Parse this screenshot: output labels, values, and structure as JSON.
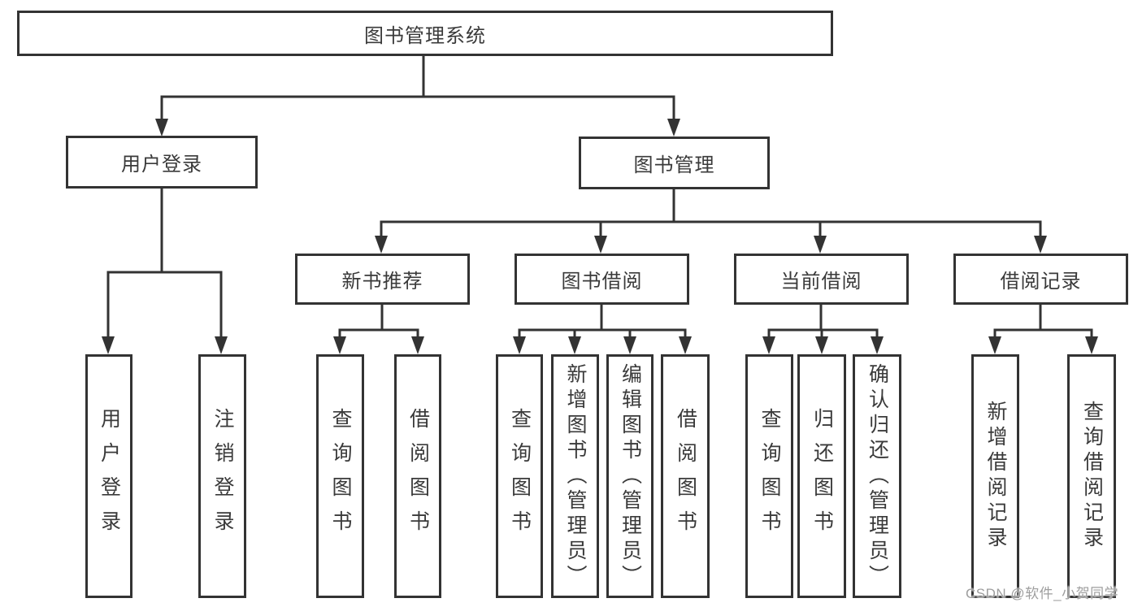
{
  "diagram": {
    "type": "hierarchy",
    "root": {
      "label": "图书管理系统",
      "children": [
        {
          "label": "用户登录",
          "children": [
            {
              "label": "用户登录"
            },
            {
              "label": "注销登录"
            }
          ]
        },
        {
          "label": "图书管理",
          "children": [
            {
              "label": "新书推荐",
              "children": [
                {
                  "label": "查询图书"
                },
                {
                  "label": "借阅图书"
                }
              ]
            },
            {
              "label": "图书借阅",
              "children": [
                {
                  "label": "查询图书"
                },
                {
                  "label": "新增图书（管理员）"
                },
                {
                  "label": "编辑图书（管理员）"
                },
                {
                  "label": "借阅图书"
                }
              ]
            },
            {
              "label": "当前借阅",
              "children": [
                {
                  "label": "查询图书"
                },
                {
                  "label": "归还图书"
                },
                {
                  "label": "确认归还（管理员）"
                }
              ]
            },
            {
              "label": "借阅记录",
              "children": [
                {
                  "label": "新增借阅记录"
                },
                {
                  "label": "查询借阅记录"
                }
              ]
            }
          ]
        }
      ]
    },
    "colors": {
      "line": "#333333",
      "box_border": "#333333",
      "text": "#3a3a3a",
      "background": "#ffffff",
      "watermark": "#9e9e9e"
    }
  },
  "watermark": {
    "text": "CSDN @软件_小贺同学"
  }
}
